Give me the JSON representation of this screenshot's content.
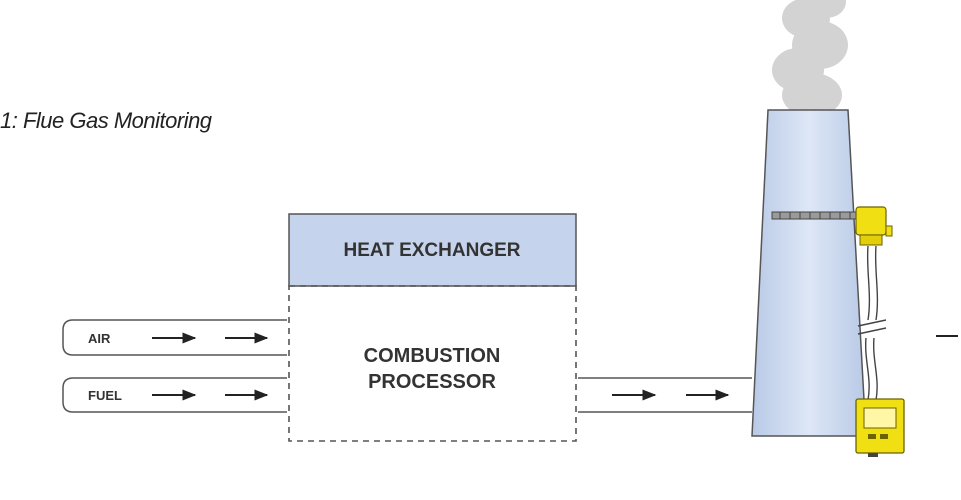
{
  "figure": {
    "caption": "1: Flue Gas Monitoring"
  },
  "labels": {
    "heat_exchanger": "HEAT EXCHANGER",
    "combustion_line1": "COMBUSTION",
    "combustion_line2": "PROCESSOR",
    "air": "AIR",
    "fuel": "FUEL"
  },
  "colors": {
    "heat_exchanger_fill": "#c5d3ec",
    "stack_fill": "#cfdcf1",
    "analyzer_yellow": "#f0df12",
    "outline": "#555555"
  }
}
